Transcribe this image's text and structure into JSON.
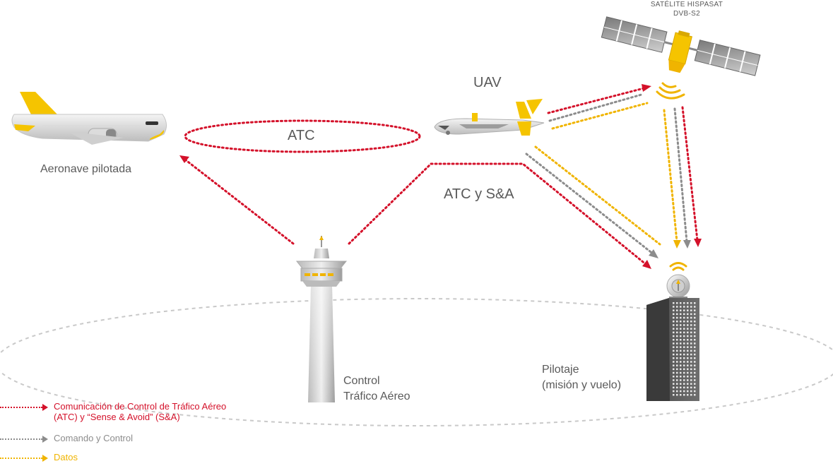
{
  "colors": {
    "atc": "#d4112a",
    "command": "#8c8c8c",
    "data": "#f0b400",
    "text": "#5a5a5a",
    "accent_yellow": "#f5c400"
  },
  "labels": {
    "satellite_line1": "SATÉLITE HISPASAT",
    "satellite_line2": "DVB-S2",
    "uav": "UAV",
    "atc": "ATC",
    "atc_sa": "ATC y S&A",
    "aircraft": "Aeronave pilotada",
    "tower_line1": "Control",
    "tower_line2": "Tráfico Aéreo",
    "piloting_line1": "Pilotaje",
    "piloting_line2": "(misión y vuelo)"
  },
  "legend": [
    {
      "line1": "Comunicación de Control de Tráfico Aéreo",
      "line2": "(ATC)  y “Sense & Avoid” (S&A)",
      "color": "#d4112a"
    },
    {
      "line1": "Comando y Control",
      "color": "#8c8c8c"
    },
    {
      "line1": "Datos",
      "color": "#f0b400"
    }
  ],
  "icons": [
    "satellite-icon",
    "uav-icon",
    "airplane-icon",
    "control-tower-icon",
    "ground-station-icon",
    "signal-icon"
  ]
}
